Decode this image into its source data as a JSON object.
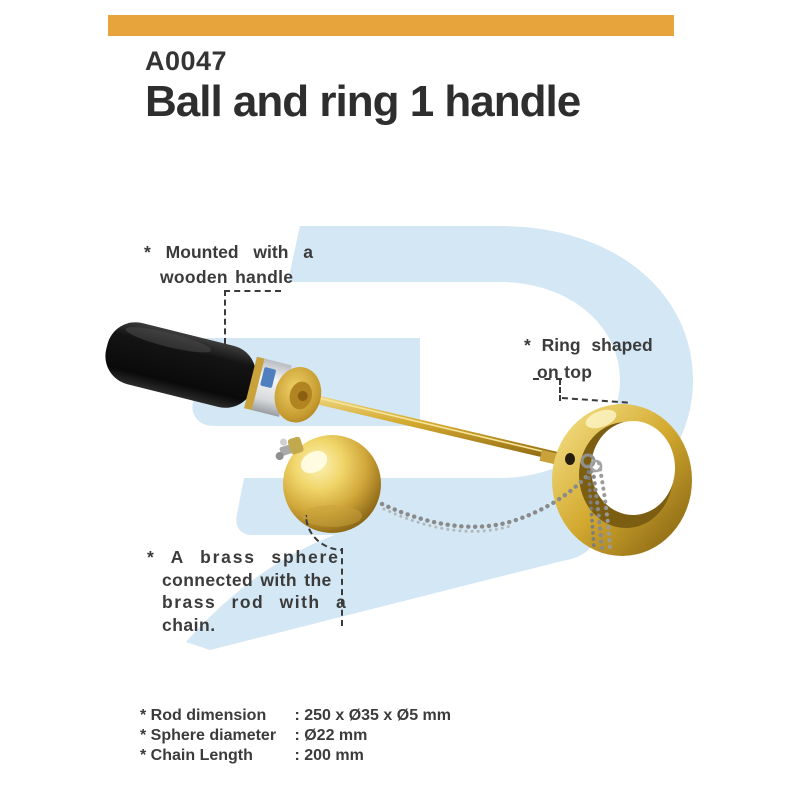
{
  "header": {
    "product_code": "A0047",
    "product_name": "Ball and ring 1 handle",
    "accent_bar_color": "#E7A33C"
  },
  "annotations": {
    "handle": {
      "lines": [
        "* Mounted with a",
        "wooden handle"
      ]
    },
    "ring": {
      "lines": [
        "* Ring shaped",
        "on top"
      ]
    },
    "sphere": {
      "lines": [
        "* A brass sphere",
        "connected with the",
        "brass rod with a",
        "chain."
      ]
    }
  },
  "specs": [
    {
      "label": "* Rod dimension",
      "value": ": 250 x Ø35 x Ø5 mm"
    },
    {
      "label": "* Sphere diameter",
      "value": ": Ø22 mm"
    },
    {
      "label": "* Chain Length",
      "value": ": 200 mm"
    }
  ],
  "product_image": {
    "description": "Ball and ring apparatus with wooden handle",
    "parts": [
      "wooden-handle",
      "brass-rod",
      "brass-sphere",
      "chain",
      "brass-ring"
    ],
    "colors": {
      "watermark_blue": "#D3E7F4",
      "brass_light": "#F8E690",
      "brass_dark": "#7E5C0F",
      "handle_black": "#151515",
      "chain_gray": "#8A8A8A",
      "text": "#3B3B3B"
    }
  }
}
